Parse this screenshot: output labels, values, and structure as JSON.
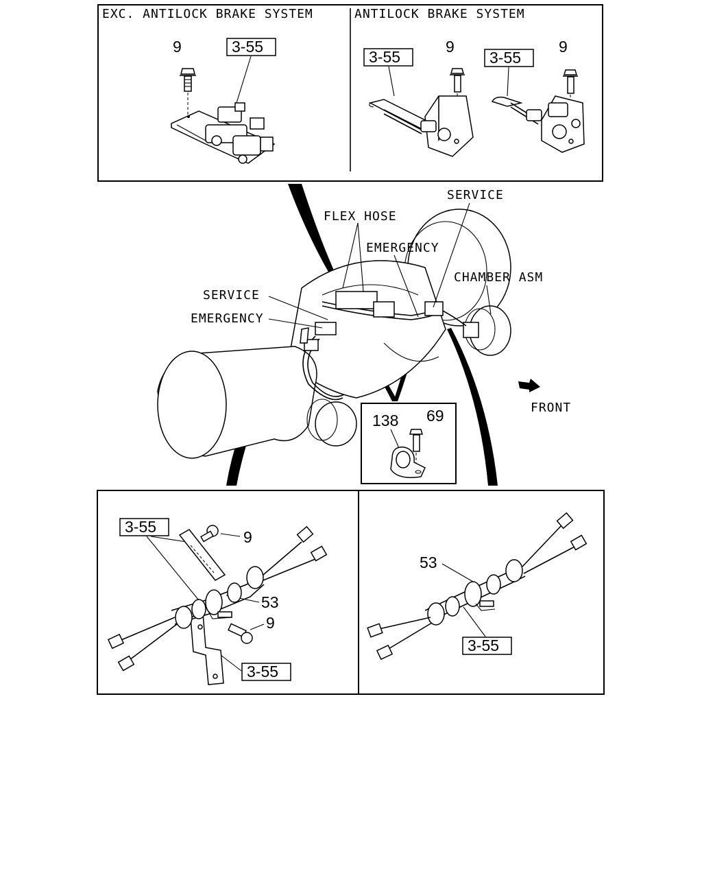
{
  "panels": {
    "top_left": {
      "title": "EXC. ANTILOCK BRAKE SYSTEM",
      "ref": "3-55",
      "bolt": "9"
    },
    "top_right": {
      "title": "ANTILOCK BRAKE SYSTEM",
      "ref_a": "3-55",
      "bolt_a": "9",
      "ref_b": "3-55",
      "bolt_b": "9"
    },
    "bottom_left": {
      "ref_top": "3-55",
      "bolt_top": "9",
      "clip": "53",
      "bolt_bottom": "9",
      "ref_bottom": "3-55"
    },
    "bottom_right": {
      "clip": "53",
      "ref": "3-55"
    }
  },
  "main": {
    "flex_hose": "FLEX HOSE",
    "service_right": "SERVICE",
    "emergency_right": "EMERGENCY",
    "chamber_asm": "CHAMBER ASM",
    "service_left": "SERVICE",
    "emergency_left": "EMERGENCY",
    "front": "FRONT",
    "clamp_part": "138",
    "clamp_bolt": "69"
  }
}
